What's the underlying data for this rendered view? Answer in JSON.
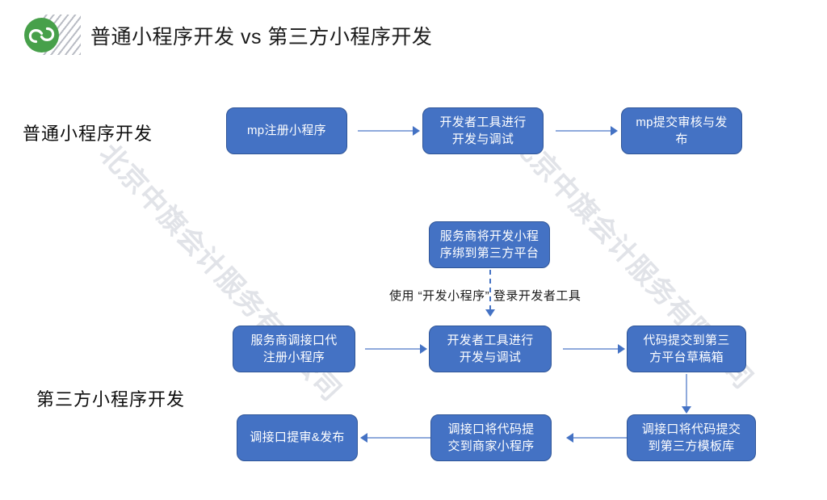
{
  "header": {
    "title": "普通小程序开发 vs 第三方小程序开发",
    "logo_name": "wechat-miniprogram-logo",
    "logo_color": "#47a04a"
  },
  "theme": {
    "box_fill": "#4472c4",
    "box_border": "#2f5597",
    "box_text": "#ffffff",
    "connector": "#8faadc",
    "arrow_head": "#4472c4",
    "watermark": "#c9cdd6"
  },
  "watermark": {
    "text": "北京中旗会计服务有限公司"
  },
  "sections": [
    {
      "id": "normal",
      "label": "普通小程序开发"
    },
    {
      "id": "third_party",
      "label": "第三方小程序开发"
    }
  ],
  "annotation": {
    "text": "使用 “开发小程序” 登录开发者工具"
  },
  "nodes": {
    "normal_1": {
      "line1": "mp注册小程序",
      "line2": ""
    },
    "normal_2": {
      "line1": "开发者工具进行",
      "line2": "开发与调试"
    },
    "normal_3": {
      "line1": "mp提交审核与发",
      "line2": "布"
    },
    "tp_bind": {
      "line1": "服务商将开发小程",
      "line2": "序绑到第三方平台"
    },
    "tp_1": {
      "line1": "服务商调接口代",
      "line2": "注册小程序"
    },
    "tp_2": {
      "line1": "开发者工具进行",
      "line2": "开发与调试"
    },
    "tp_3": {
      "line1": "代码提交到第三",
      "line2": "方平台草稿箱"
    },
    "tp_4": {
      "line1": "调接口将代码提交",
      "line2": "到第三方模板库"
    },
    "tp_5": {
      "line1": "调接口将代码提",
      "line2": "交到商家小程序"
    },
    "tp_6": {
      "line1": "调接口提审&发布",
      "line2": ""
    }
  }
}
